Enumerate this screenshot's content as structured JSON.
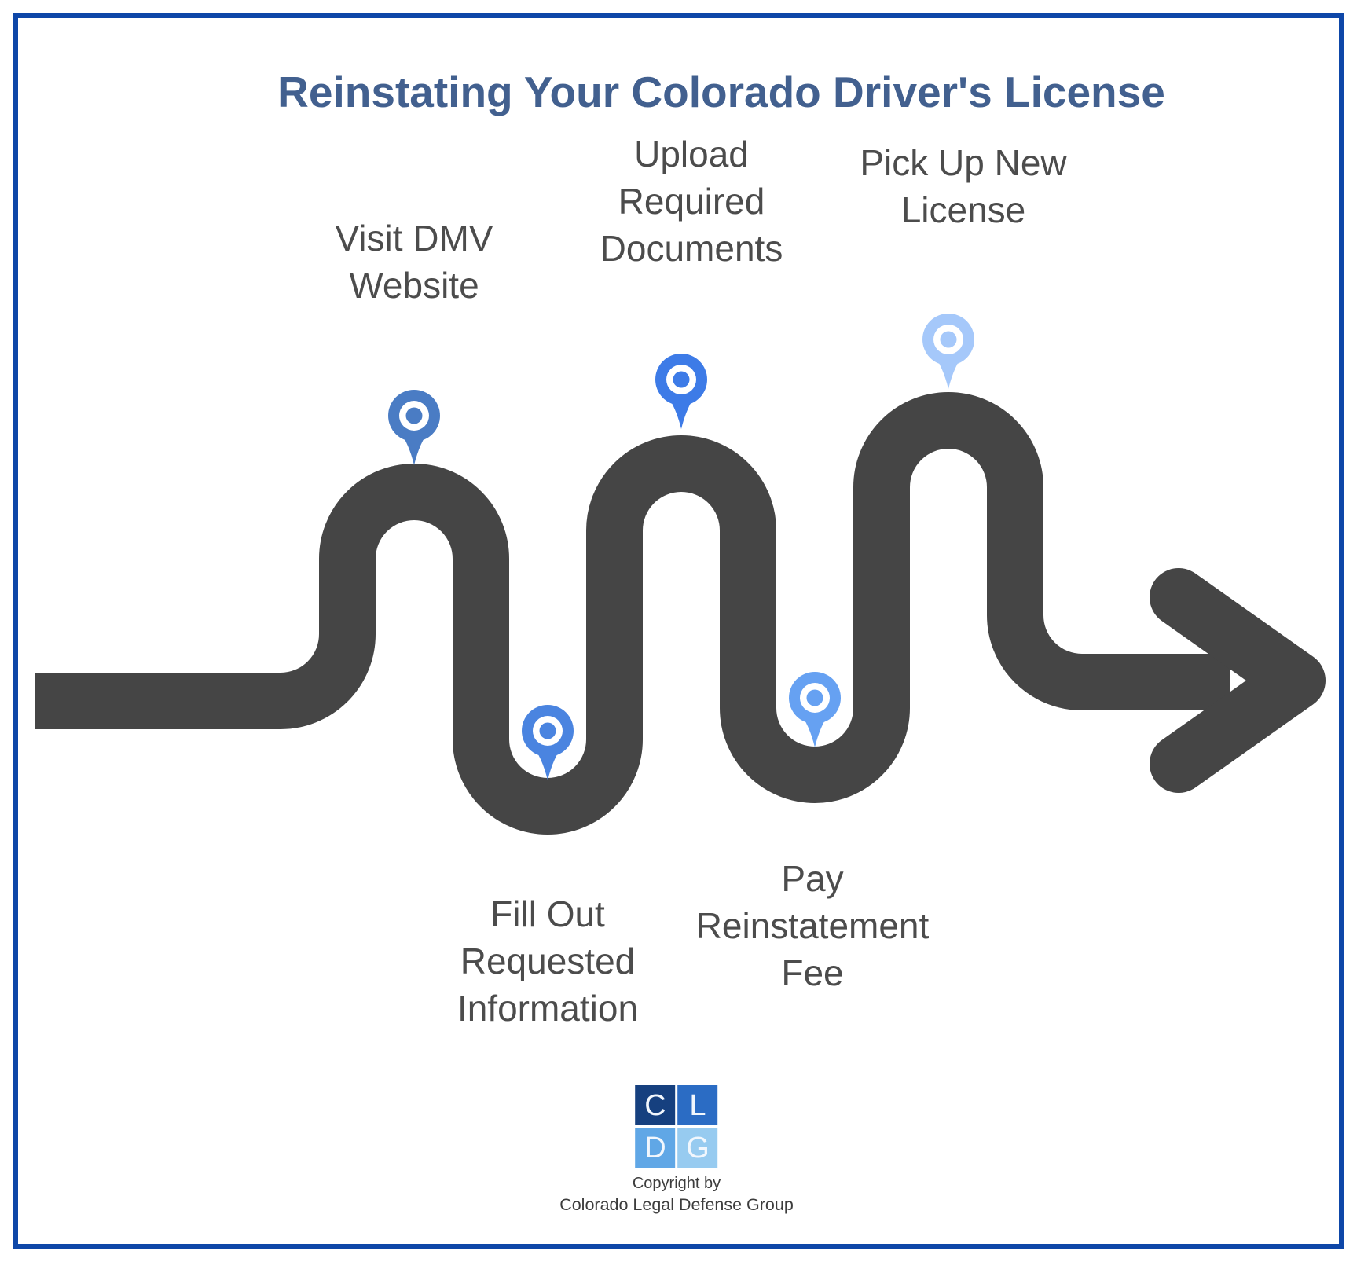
{
  "title": {
    "text": "Reinstating Your Colorado Driver's License",
    "color": "#42608f"
  },
  "steps": [
    {
      "label": "Visit DMV\nWebsite",
      "pin_color": "#4a7cc4"
    },
    {
      "label": "Fill Out\nRequested\nInformation",
      "pin_color": "#4a84e0"
    },
    {
      "label": "Upload\nRequired\nDocuments",
      "pin_color": "#3d7be7"
    },
    {
      "label": "Pay\nReinstatement\nFee",
      "pin_color": "#66a1f2"
    },
    {
      "label": "Pick Up New\nLicense",
      "pin_color": "#a5c8fa"
    }
  ],
  "road": {
    "color": "#454545"
  },
  "frame": {
    "border_color": "#0e47a8"
  },
  "logo": {
    "cells": [
      {
        "letter": "C",
        "color": "#16407f"
      },
      {
        "letter": "L",
        "color": "#2b6cc4"
      },
      {
        "letter": "D",
        "color": "#60a7e6"
      },
      {
        "letter": "G",
        "color": "#97cbf0"
      }
    ]
  },
  "footer": {
    "line1": "Copyright by",
    "line2": "Colorado Legal Defense Group"
  }
}
